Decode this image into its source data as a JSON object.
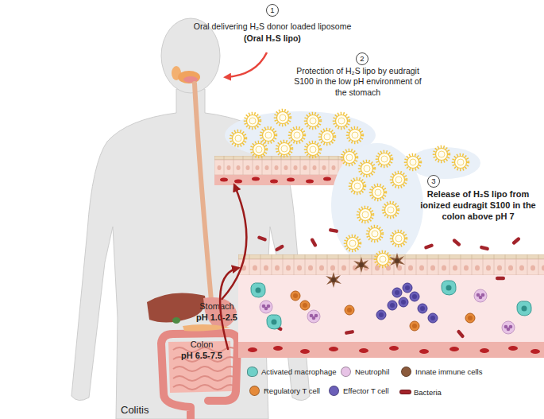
{
  "diagram": {
    "nodes": [
      {
        "text": [
          "1",
          "Oral delivering H₂S donor loaded liposome",
          "(Oral H₂S lipo)"
        ]
      },
      {
        "text": [
          "2",
          "Protection of H₂S lipo by eudragit S100 in the low pH environment of the stomach"
        ]
      },
      {
        "text": [
          "3",
          "Release of H₂S lipo from ionized eudragit S100 in the colon above pH 7"
        ]
      },
      {
        "text": [
          "Stomach",
          "pH 1.0-2.5"
        ]
      },
      {
        "text": [
          "Colon",
          "pH 6.5-7.5"
        ]
      }
    ],
    "edges": [
      {
        "from": 3,
        "to": 1,
        "arrow": "to"
      },
      {
        "from": 4,
        "to": 2,
        "arrow": "to"
      }
    ],
    "labels": [
      "Colitis"
    ],
    "legend": [
      {
        "text": "Activated macrophage",
        "color": "#6fd0c8"
      },
      {
        "text": "Neutrophil",
        "color": "#e7c3e6"
      },
      {
        "text": "Innate immune cells",
        "color": "#8b5a3c"
      },
      {
        "text": "Regulatory T cell",
        "color": "#e58a3a"
      },
      {
        "text": "Effector T cell",
        "color": "#6b5fb8"
      },
      {
        "text": "Bacteria",
        "color": "#a3232a"
      }
    ]
  }
}
